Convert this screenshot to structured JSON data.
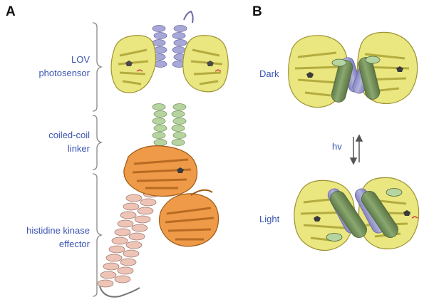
{
  "panels": {
    "a": "A",
    "b": "B"
  },
  "panel_a": {
    "labels": {
      "lov_line1": "LOV",
      "lov_line2": "photosensor",
      "coil_line1": "coiled-coil",
      "coil_line2": "linker",
      "hk_line1": "histidine kinase",
      "hk_line2": "effector"
    }
  },
  "panel_b": {
    "labels": {
      "dark": "Dark",
      "light": "Light",
      "hv": "hv"
    }
  },
  "colors": {
    "label_text": "#3b55b3",
    "lov_domain": "#eae680",
    "lov_stroke": "#9c9433",
    "jalpha_helix": "#a7a7d8",
    "coiled_coil": "#b6d4a0",
    "kinase": "#ee9a48",
    "kinase_stroke": "#9f5a16",
    "dhp_helix": "#edc4b6",
    "dhp_stroke": "#a27c72",
    "cylinder_green": "#7a9560",
    "cylinder_blue": "#9a9acc",
    "brace": "#888888",
    "arrow": "#555555"
  }
}
